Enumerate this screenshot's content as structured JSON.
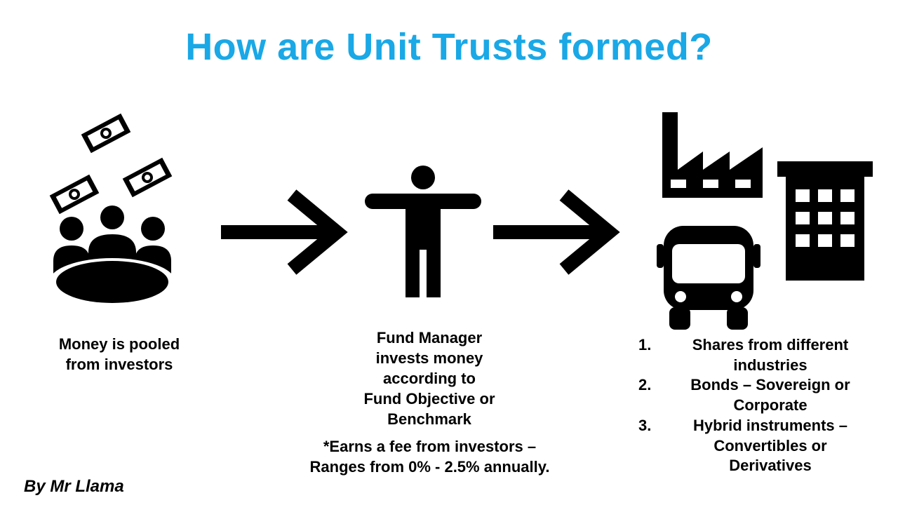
{
  "title": "How are Unit Trusts formed?",
  "steps": [
    {
      "lines": [
        "Money is pooled",
        "from investors"
      ]
    },
    {
      "lines": [
        "Fund Manager",
        "invests money",
        "according to",
        "Fund Objective or",
        "Benchmark"
      ]
    },
    {
      "items": [
        {
          "num": "1.",
          "lines": [
            "Shares from different",
            "industries"
          ]
        },
        {
          "num": "2.",
          "lines": [
            "Bonds – Sovereign or",
            "Corporate"
          ]
        },
        {
          "num": "3.",
          "lines": [
            "Hybrid instruments –",
            "Convertibles or",
            "Derivatives"
          ]
        }
      ]
    }
  ],
  "fee_note": [
    "*Earns a fee from investors –",
    "Ranges from 0% - 2.5% annually."
  ],
  "byline": "By Mr Llama",
  "colors": {
    "title": "#1aa8e6",
    "icon": "#000000"
  },
  "icons": [
    "money-bill-icon",
    "group-icon",
    "arrow-right-icon",
    "person-icon",
    "factory-icon",
    "bus-icon",
    "office-building-icon"
  ]
}
